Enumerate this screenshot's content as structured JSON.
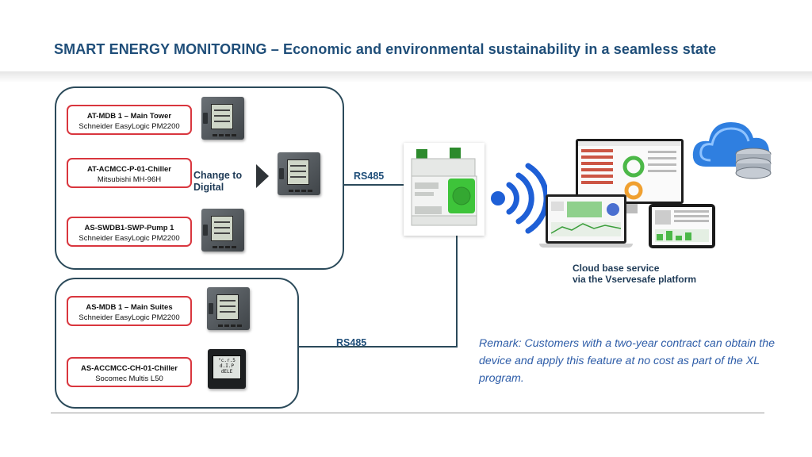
{
  "title": "SMART ENERGY MONITORING – Economic and environmental sustainability in a seamless state",
  "group1": {
    "devices": [
      {
        "name": "AT-MDB 1 – Main Tower",
        "model": "Schneider EasyLogic PM2200"
      },
      {
        "name": "AT-ACMCC-P-01-Chiller",
        "model": "Mitsubishi MH-96H"
      },
      {
        "name": "AS-SWDB1-SWP-Pump 1",
        "model": "Schneider EasyLogic PM2200"
      }
    ],
    "change_line1": "Change to",
    "change_line2": "Digital",
    "rs485": "RS485"
  },
  "group2": {
    "devices": [
      {
        "name": "AS-MDB 1 – Main Suites",
        "model": "Schneider EasyLogic PM2200"
      },
      {
        "name": "AS-ACCMCC-CH-01-Chiller",
        "model": "Socomec Multis L50"
      }
    ],
    "rs485": "RS485",
    "socomec_screen": [
      "°c.r.5",
      "d.I.P",
      "dELE"
    ]
  },
  "cloud": {
    "line1": "Cloud base service",
    "line2": "via the Vservesafe platform"
  },
  "remark": "Remark: Customers with a two-year contract can obtain the device and apply this feature at no cost as part of the XL program.",
  "colors": {
    "title": "#1f4e79",
    "label_border": "#d9363e",
    "group_border": "#2b4a5a",
    "remark": "#2e5da8",
    "wifi": "#1e5fd6",
    "gateway_green": "#3ec43a"
  }
}
